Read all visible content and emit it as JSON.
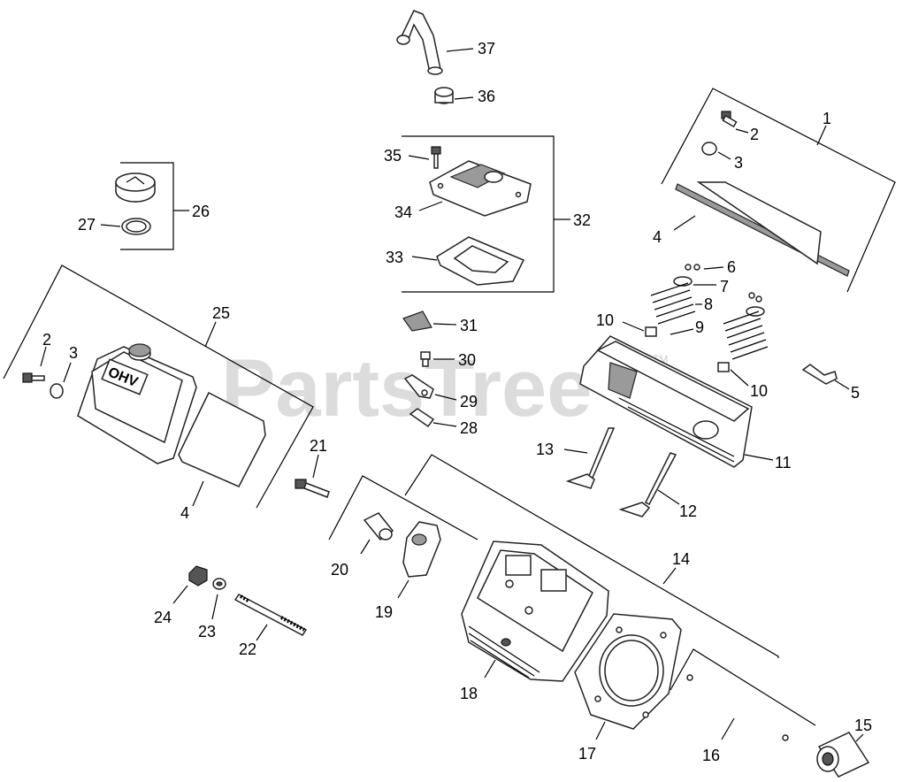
{
  "watermark": "PartsTree",
  "trademark": "TM",
  "callouts": {
    "c1": "1",
    "c2a": "2",
    "c3a": "3",
    "c4a": "4",
    "c5": "5",
    "c6": "6",
    "c7": "7",
    "c8": "8",
    "c9": "9",
    "c10a": "10",
    "c10b": "10",
    "c11": "11",
    "c12": "12",
    "c13": "13",
    "c14": "14",
    "c15": "15",
    "c16": "16",
    "c17": "17",
    "c18": "18",
    "c19": "19",
    "c20": "20",
    "c21": "21",
    "c22": "22",
    "c23": "23",
    "c24": "24",
    "c25": "25",
    "c2b": "2",
    "c3b": "3",
    "c4b": "4",
    "c26": "26",
    "c27": "27",
    "c28": "28",
    "c29": "29",
    "c30": "30",
    "c31": "31",
    "c32": "32",
    "c33": "33",
    "c34": "34",
    "c35": "35",
    "c36": "36",
    "c37": "37"
  },
  "valve_cover_logo": "OHV"
}
